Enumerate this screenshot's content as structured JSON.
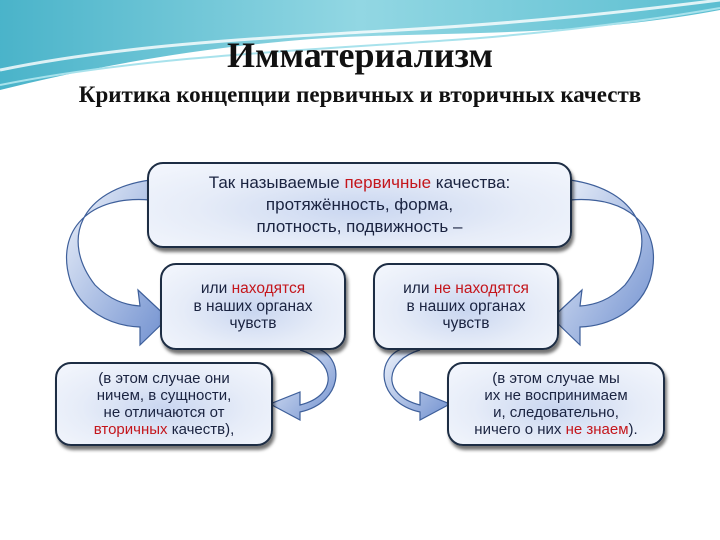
{
  "title": "Имматериализм",
  "subtitle": "Критика концепции первичных и вторичных качеств",
  "colors": {
    "accent_red": "#c4161c",
    "text": "#1a2340",
    "wave": "#3fb3c9"
  },
  "top_box": {
    "line1_a": "Так называемые ",
    "line1_red": "первичные",
    "line1_b": " качества:",
    "line2": "протяжённость, форма,",
    "line3": "плотность, подвижность –"
  },
  "mid_left": {
    "a": "или ",
    "red": "находятся",
    "line2": "в наших органах",
    "line3": "чувств"
  },
  "mid_right": {
    "a": "или ",
    "red": "не находятся",
    "line2": "в наших органах",
    "line3": "чувств"
  },
  "bottom_left": {
    "line1": "(в этом случае они",
    "line2": "ничем, в сущности,",
    "line3": "не отличаются от",
    "line4_red": "вторичных",
    "line4_b": " качеств),"
  },
  "bottom_right": {
    "line1": "(в этом случае мы",
    "line2": "их не воспринимаем",
    "line3": "и, следовательно,",
    "line4_a": "ничего о них ",
    "line4_red": "не знаем",
    "line4_b": ")."
  }
}
